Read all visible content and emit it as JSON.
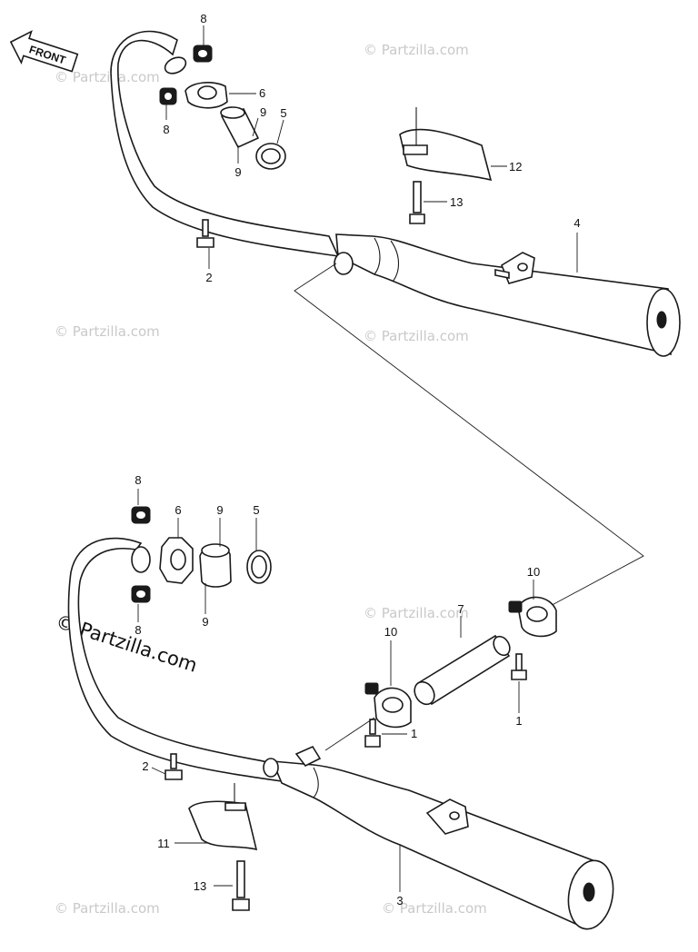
{
  "diagram": {
    "front_label": "FRONT",
    "watermark_text": "© Partzilla.com",
    "watermark_prominent": "© Partzilla.com",
    "callouts": {
      "top_8a": "8",
      "top_8b": "8",
      "top_6": "6",
      "top_9a": "9",
      "top_9b": "9",
      "top_5": "5",
      "top_12": "12",
      "top_13": "13",
      "top_4": "4",
      "top_2": "2",
      "bot_8a": "8",
      "bot_8b": "8",
      "bot_6": "6",
      "bot_9a": "9",
      "bot_9b": "9",
      "bot_5": "5",
      "bot_10a": "10",
      "bot_10b": "10",
      "bot_7": "7",
      "bot_1a": "1",
      "bot_1b": "1",
      "bot_2": "2",
      "bot_11": "11",
      "bot_13": "13",
      "bot_3": "3"
    }
  }
}
